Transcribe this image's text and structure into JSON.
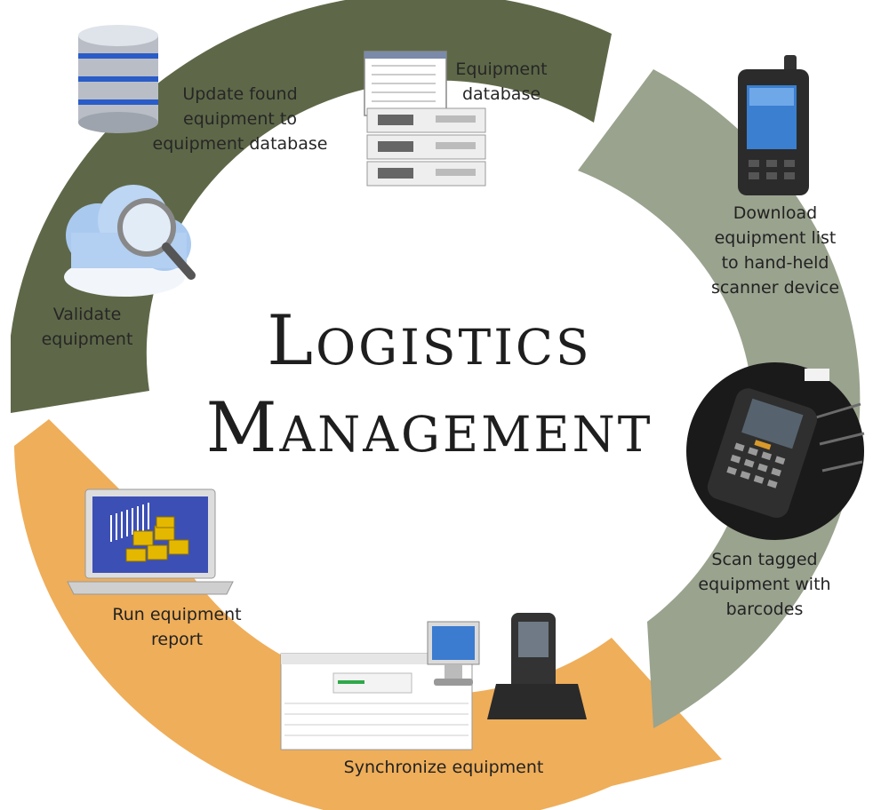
{
  "title": {
    "line1": "Logistics",
    "line2": "Management"
  },
  "steps": [
    {
      "id": "equipment-database",
      "label": [
        "Equipment",
        "database"
      ],
      "icon": "server-rack-icon"
    },
    {
      "id": "download-list",
      "label": [
        "Download",
        "equipment list",
        "to hand-held",
        "scanner device"
      ],
      "icon": "handheld-scanner-icon"
    },
    {
      "id": "scan-equipment",
      "label": [
        "Scan tagged",
        "equipment with",
        "barcodes"
      ],
      "icon": "barcode-scanning-photo-icon"
    },
    {
      "id": "synchronize",
      "label": [
        "Synchronize equipment"
      ],
      "icon": "sync-station-icon"
    },
    {
      "id": "run-report",
      "label": [
        "Run equipment",
        "report"
      ],
      "icon": "laptop-barcode-icon"
    },
    {
      "id": "validate",
      "label": [
        "Validate",
        "equipment"
      ],
      "icon": "cloud-search-icon"
    },
    {
      "id": "update-database",
      "label": [
        "Update found",
        "equipment to",
        "equipment database"
      ],
      "icon": "database-icon"
    }
  ],
  "colors": {
    "olive": "#5e6848",
    "sage": "#9aa38e",
    "orange": "#efae5a"
  }
}
